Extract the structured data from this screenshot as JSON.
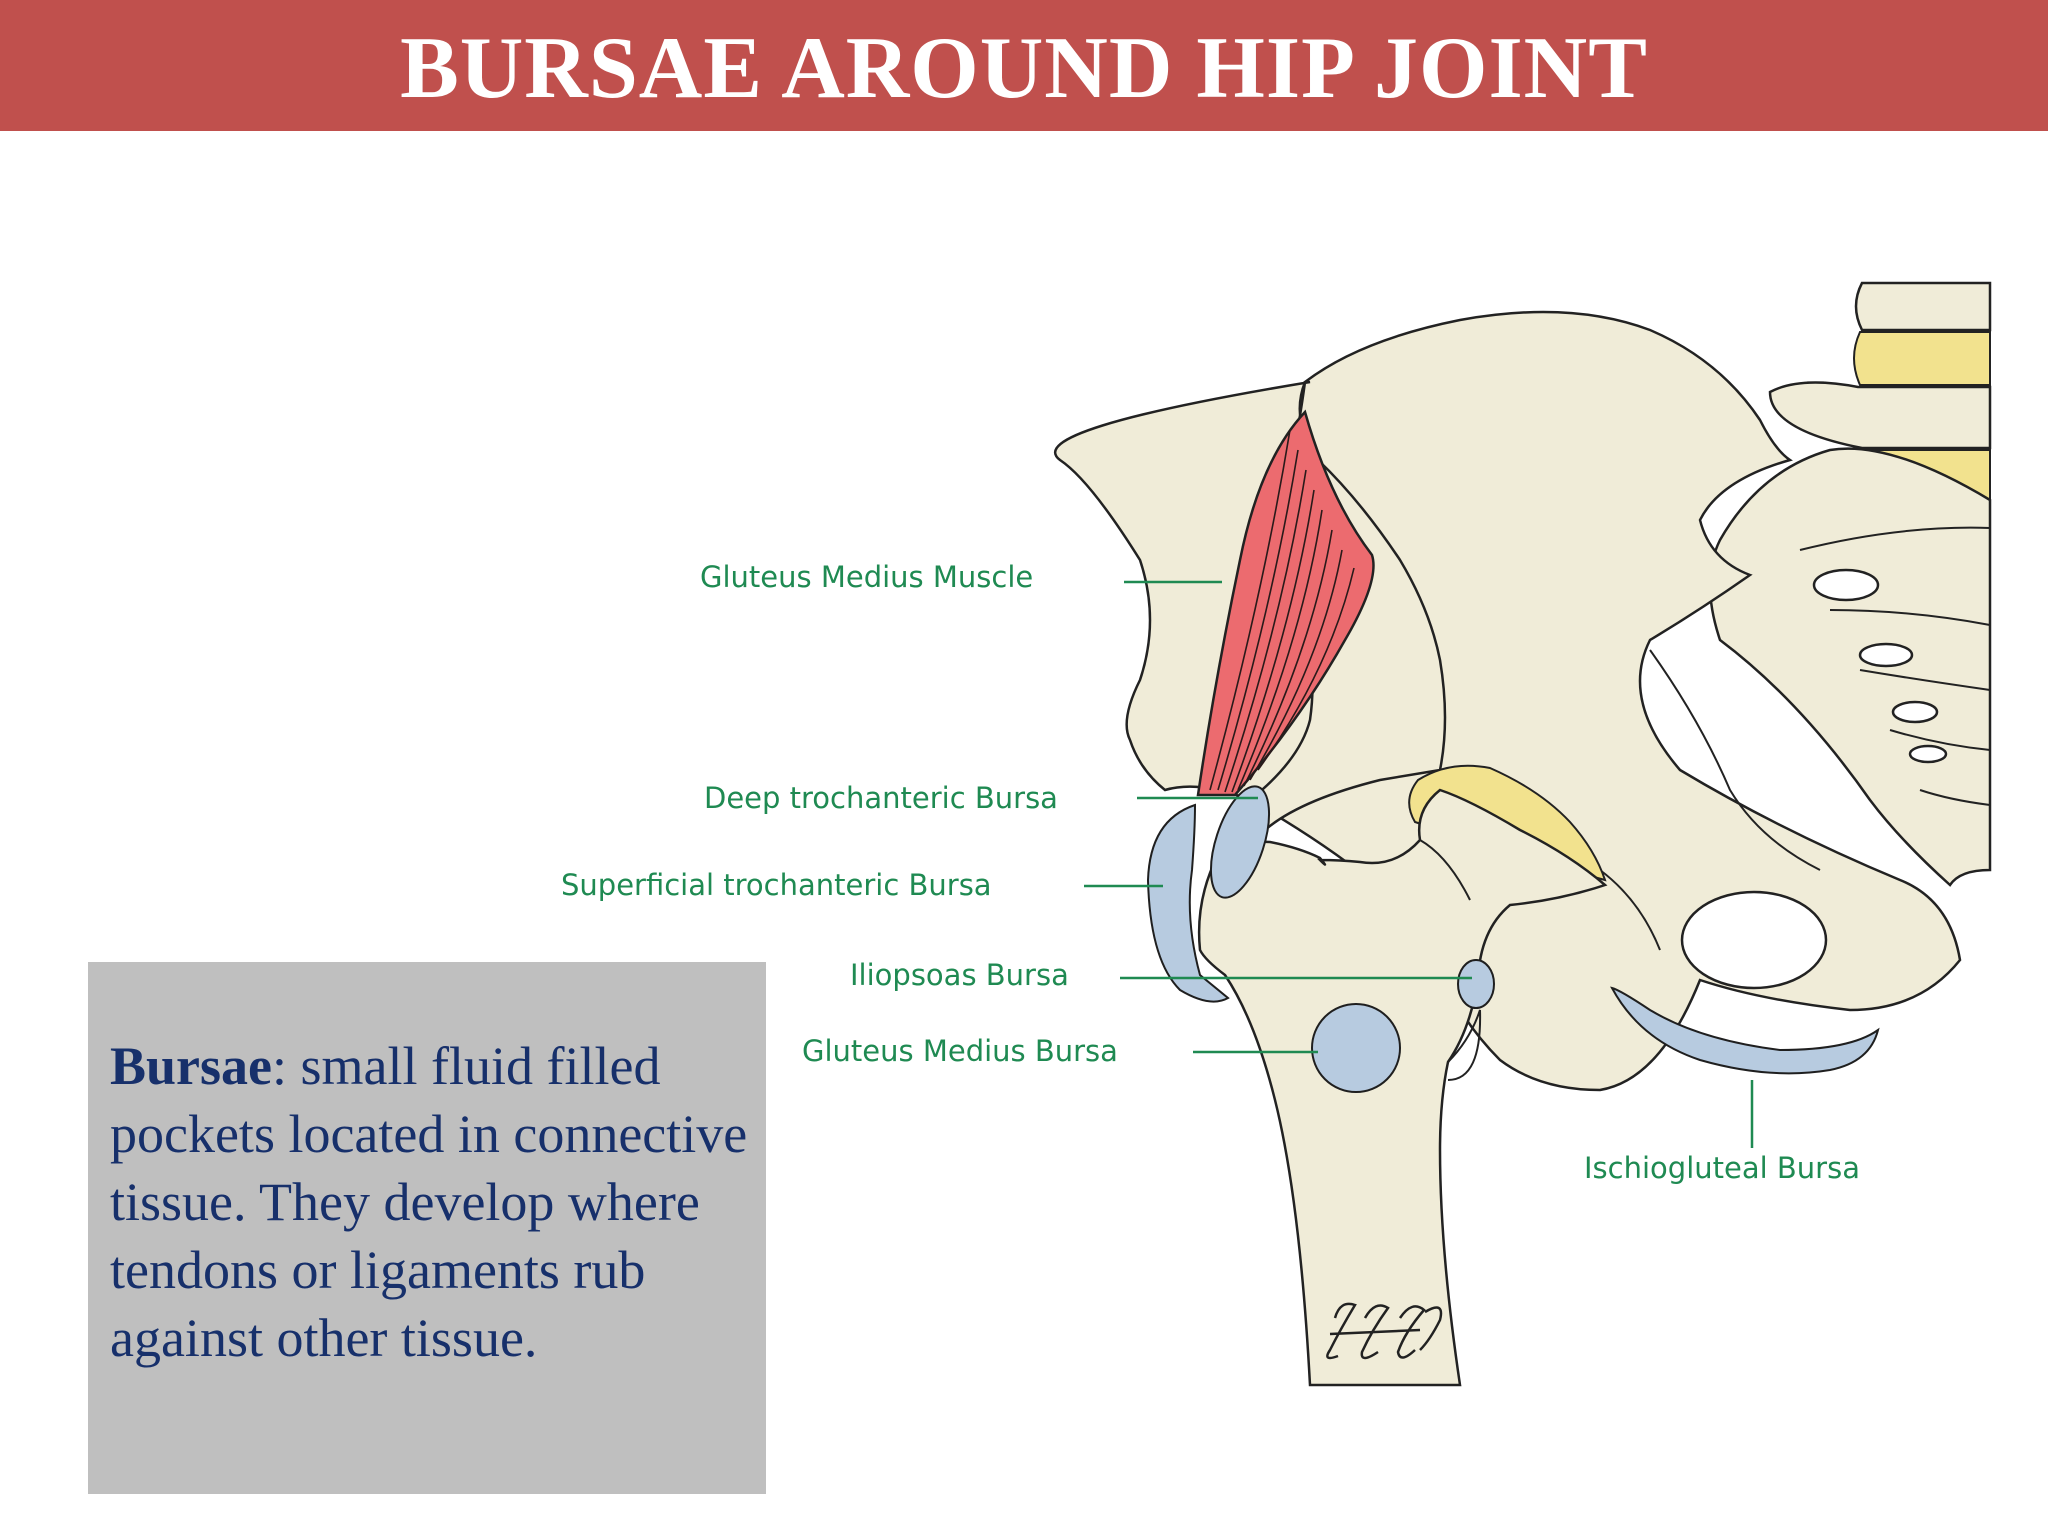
{
  "title": "BURSAE AROUND HIP JOINT",
  "definition": {
    "term": "Bursae",
    "text": ": small fluid filled pockets located in connective tissue. They develop where tendons or ligaments rub against other tissue."
  },
  "figure": {
    "labels": {
      "gluteus_medius_muscle": "Gluteus Medius Muscle",
      "deep_trochanteric_bursa": "Deep trochanteric Bursa",
      "superficial_trochanteric_bursa": "Superficial trochanteric Bursa",
      "iliopsoas_bursa": "Iliopsoas Bursa",
      "gluteus_medius_bursa": "Gluteus Medius Bursa",
      "ischiogluteal_bursa": "Ischiogluteal Bursa"
    },
    "colors": {
      "title_bar": "#c0504d",
      "label_green": "#1f8a52",
      "bone": "#f0ecd8",
      "cartilage": "#f2e28e",
      "bursa": "#b7cbe0",
      "muscle": "#ec6b6f",
      "definition_box": "#bfbfbf",
      "definition_text": "#17306b"
    }
  }
}
